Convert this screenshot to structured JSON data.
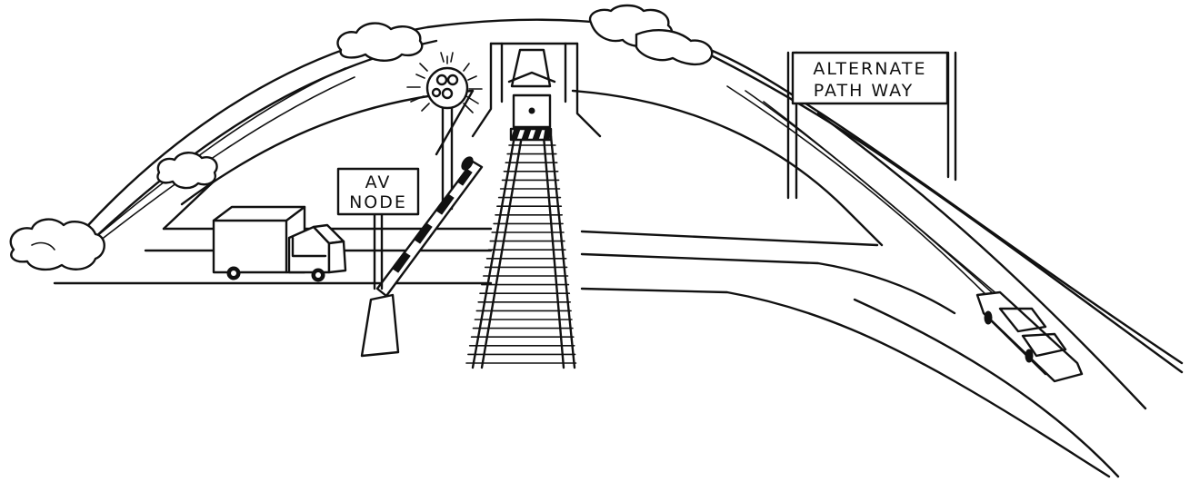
{
  "signs": {
    "av_node": {
      "line1": "AV",
      "line2": "NODE"
    },
    "alternate_pathway": {
      "line1": "ALTERNATE",
      "line2": "PATH WAY"
    }
  },
  "colors": {
    "ink": "#111111",
    "background": "#ffffff"
  },
  "icons": [
    "signal-light-icon",
    "truck-icon",
    "race-car-icon",
    "crossing-gate-icon",
    "railroad-track-icon",
    "tunnel-icon",
    "smoke-cloud-icon"
  ]
}
